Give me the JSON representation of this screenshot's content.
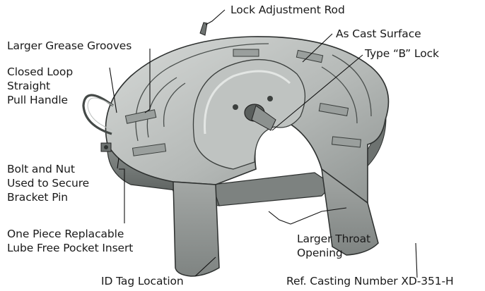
{
  "colors": {
    "casting_light": "#c9ccca",
    "casting_mid": "#a9adab",
    "casting_dark": "#6f7472",
    "outline": "#2d302f",
    "leader": "#111111"
  },
  "labels": {
    "lock_adjustment_rod": "Lock Adjustment Rod",
    "as_cast_surface": "As Cast Surface",
    "larger_grease_grooves": "Larger Grease Grooves",
    "type_b_lock": "Type “B” Lock",
    "closed_loop_handle": [
      "Closed Loop",
      "Straight",
      "Pull Handle"
    ],
    "bolt_and_nut": [
      "Bolt and Nut",
      "Used to Secure",
      "Bracket Pin"
    ],
    "pocket_insert": [
      "One Piece Replacable",
      "Lube Free Pocket Insert"
    ],
    "larger_throat": [
      "Larger Throat",
      "Opening"
    ],
    "id_tag_location": "ID Tag Location",
    "casting_number": "Ref. Casting Number XD-351-H"
  }
}
